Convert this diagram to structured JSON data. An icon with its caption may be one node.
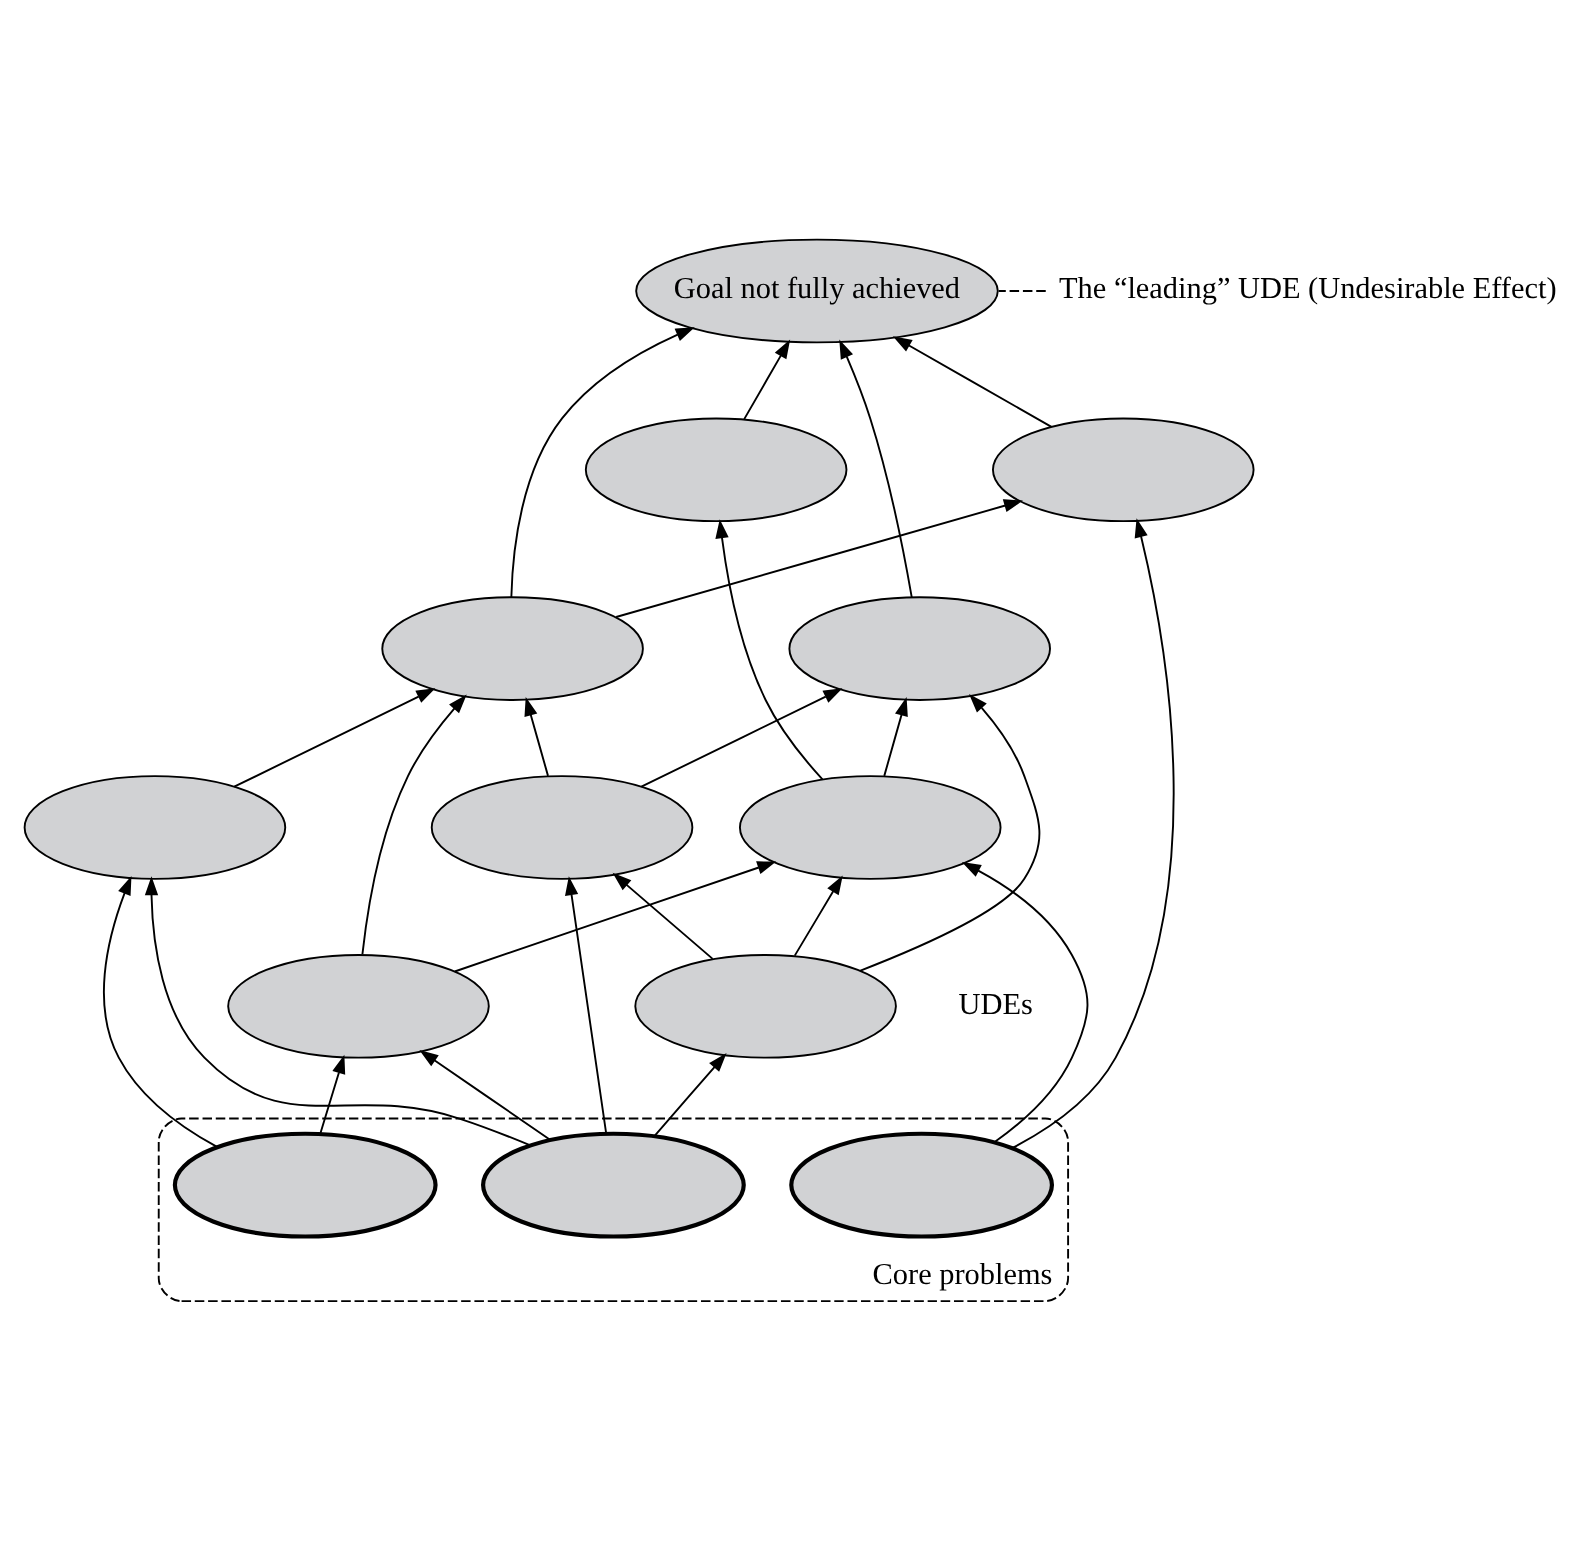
{
  "diagram": {
    "nodes": [
      {
        "text": [
          "Goal not fully achieved"
        ]
      },
      {
        "text": [],
        "shape": "ellipse"
      },
      {
        "text": [],
        "shape": "ellipse"
      },
      {
        "text": [],
        "shape": "ellipse"
      },
      {
        "text": [],
        "shape": "ellipse"
      },
      {
        "text": [],
        "shape": "ellipse"
      },
      {
        "text": [],
        "shape": "ellipse"
      },
      {
        "text": [],
        "shape": "ellipse"
      },
      {
        "text": [],
        "shape": "ellipse"
      },
      {
        "text": [],
        "shape": "ellipse"
      },
      {
        "text": [
          "Core problems"
        ]
      },
      {
        "text": [],
        "shape": "ellipse",
        "in": 10
      },
      {
        "text": [],
        "shape": "ellipse",
        "in": 10
      },
      {
        "text": [],
        "shape": "ellipse",
        "in": 10
      },
      {
        "text": [
          "The “leading” UDE (Undesirable Effect)"
        ]
      }
    ],
    "edges": [
      {
        "from": 3,
        "to": 0,
        "arrow": "to"
      },
      {
        "from": 1,
        "to": 0,
        "arrow": "to"
      },
      {
        "from": 4,
        "to": 0,
        "arrow": "to"
      },
      {
        "from": 2,
        "to": 0,
        "arrow": "to"
      },
      {
        "from": 3,
        "to": 1,
        "arrow": "to"
      },
      {
        "from": 13,
        "to": 1,
        "arrow": "to"
      },
      {
        "from": 7,
        "to": 2,
        "arrow": "to"
      },
      {
        "from": 5,
        "to": 3,
        "arrow": "to"
      },
      {
        "from": 8,
        "to": 3,
        "arrow": "to"
      },
      {
        "from": 6,
        "to": 3,
        "arrow": "to"
      },
      {
        "from": 6,
        "to": 4,
        "arrow": "to"
      },
      {
        "from": 9,
        "to": 4,
        "arrow": "to"
      },
      {
        "from": 7,
        "to": 4,
        "arrow": "to"
      },
      {
        "from": 11,
        "to": 5,
        "arrow": "to"
      },
      {
        "from": 12,
        "to": 5,
        "arrow": "to"
      },
      {
        "from": 12,
        "to": 6,
        "arrow": "to"
      },
      {
        "from": 9,
        "to": 6,
        "arrow": "to"
      },
      {
        "from": 8,
        "to": 7,
        "arrow": "to"
      },
      {
        "from": 9,
        "to": 7,
        "arrow": "to"
      },
      {
        "from": 13,
        "to": 7,
        "arrow": "to"
      },
      {
        "from": 11,
        "to": 8,
        "arrow": "to"
      },
      {
        "from": 12,
        "to": 8,
        "arrow": "to"
      },
      {
        "from": 12,
        "to": 9,
        "arrow": "to"
      },
      {
        "from": 14,
        "to": 0,
        "arrow": "none",
        "style": "dashed"
      }
    ],
    "labels": [
      "UDEs"
    ]
  }
}
